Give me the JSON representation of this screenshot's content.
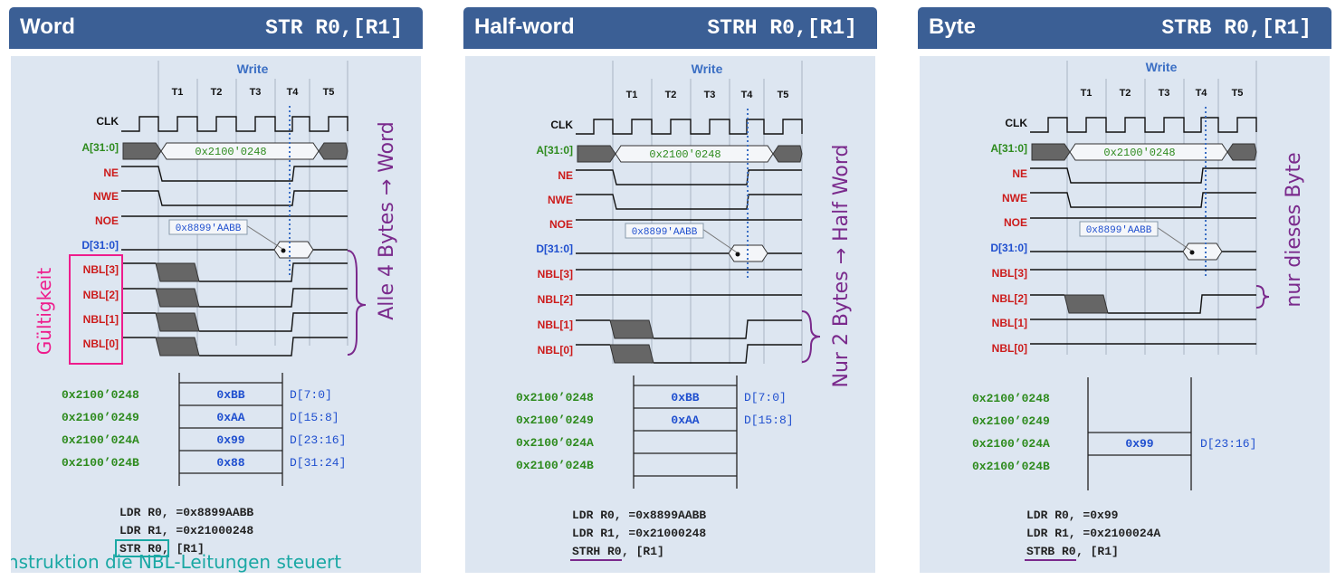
{
  "timing": {
    "write_label": "Write",
    "t_labels": [
      "T1",
      "T2",
      "T3",
      "T4",
      "T5"
    ],
    "clk": "CLK",
    "addr_bus": "A[31:0]",
    "ne": "NE",
    "nwe": "NWE",
    "noe": "NOE",
    "data_bus": "D[31:0]",
    "nbl": [
      "NBL[3]",
      "NBL[2]",
      "NBL[1]",
      "NBL[0]"
    ],
    "addr_value": "0x2100'0248",
    "data_value": "0x8899'AABB"
  },
  "panels": [
    {
      "title": "Word",
      "instr": "STR R0,[R1]",
      "active_nbl": [
        true,
        true,
        true,
        true
      ],
      "mem": [
        {
          "addr": "0x2100’0248",
          "val": "0xBB",
          "lane": "D[7:0]"
        },
        {
          "addr": "0x2100’0249",
          "val": "0xAA",
          "lane": "D[15:8]"
        },
        {
          "addr": "0x2100’024A",
          "val": "0x99",
          "lane": "D[23:16]"
        },
        {
          "addr": "0x2100’024B",
          "val": "0x88",
          "lane": "D[31:24]"
        }
      ],
      "code": [
        "LDR R0, =0x8899AABB",
        "LDR R1, =0x21000248"
      ],
      "code_last_op": "STR R0",
      "code_last_rest": ", [R1]",
      "note_vertical": "Alle 4 Bytes → Word",
      "note_validity": "Gültigkeit",
      "note_bottom": "Instruktion die NBL-Leitungen steuert"
    },
    {
      "title": "Half-word",
      "instr": "STRH R0,[R1]",
      "active_nbl": [
        false,
        false,
        true,
        true
      ],
      "mem": [
        {
          "addr": "0x2100’0248",
          "val": "0xBB",
          "lane": "D[7:0]"
        },
        {
          "addr": "0x2100’0249",
          "val": "0xAA",
          "lane": "D[15:8]"
        },
        {
          "addr": "0x2100’024A",
          "val": "",
          "lane": ""
        },
        {
          "addr": "0x2100’024B",
          "val": "",
          "lane": ""
        }
      ],
      "code": [
        "LDR  R0, =0x8899AABB",
        "LDR  R1, =0x21000248"
      ],
      "code_last_op": "STRH R0",
      "code_last_rest": ", [R1]",
      "note_vertical": "Nur 2 Bytes → Half Word"
    },
    {
      "title": "Byte",
      "instr": "STRB R0,[R1]",
      "active_nbl": [
        false,
        true,
        false,
        false
      ],
      "mem": [
        {
          "addr": "0x2100’0248",
          "val": "",
          "lane": ""
        },
        {
          "addr": "0x2100’0249",
          "val": "",
          "lane": ""
        },
        {
          "addr": "0x2100’024A",
          "val": "0x99",
          "lane": "D[23:16]"
        },
        {
          "addr": "0x2100’024B",
          "val": "",
          "lane": ""
        }
      ],
      "code": [
        "LDR  R0, =0x99",
        "LDR  R1, =0x2100024A"
      ],
      "code_last_op": "STRB R0",
      "code_last_rest": ", [R1]",
      "note_vertical": "nur dieses Byte"
    }
  ],
  "colors": {
    "header": "#3b5f95",
    "panel_bg": "#dde6f1",
    "green_text": "#2e8b1e",
    "red_text": "#cc1b1b",
    "blue_text": "#1f4fcf",
    "purple_note": "#7a2a8c",
    "pink_note": "#ee1c8c",
    "teal_note": "#1aa8a4"
  }
}
